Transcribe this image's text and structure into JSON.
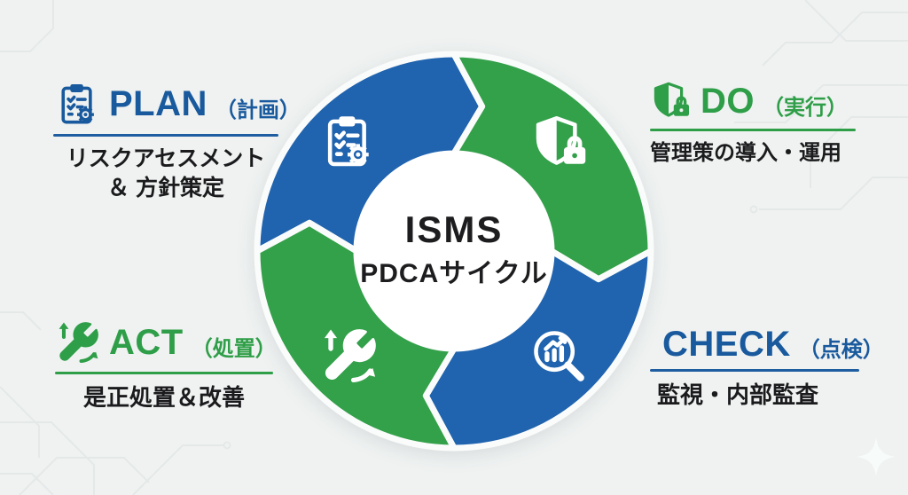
{
  "colors": {
    "ring_blue": "#2063ae",
    "ring_green": "#33a04a",
    "heading_blue": "#19599d",
    "heading_green": "#2f9e48",
    "body_text": "#1b1b1d",
    "background": "#eff2f1"
  },
  "center": {
    "title": "ISMS",
    "subtitle": "PDCAサイクル"
  },
  "quadrants": {
    "plan": {
      "label": "PLAN",
      "annotation": "（計画）",
      "desc1": "リスクアセスメント",
      "desc2": "＆ 方針策定",
      "icon": "clipboard-gear-icon"
    },
    "do": {
      "label": "DO",
      "annotation": "（実行）",
      "desc1": "管理策の導入・運用",
      "icon": "shield-lock-icon"
    },
    "check": {
      "label": "CHECK",
      "annotation": "（点検）",
      "desc1": "監視・内部監査",
      "icon": "magnifier-chart-icon"
    },
    "act": {
      "label": "ACT",
      "annotation": "（処置）",
      "desc1": "是正処置＆改善",
      "icon": "wrench-arrows-icon"
    }
  },
  "decor": {
    "background_pattern": "circuit-traces",
    "sparkle": "four-point-star"
  }
}
